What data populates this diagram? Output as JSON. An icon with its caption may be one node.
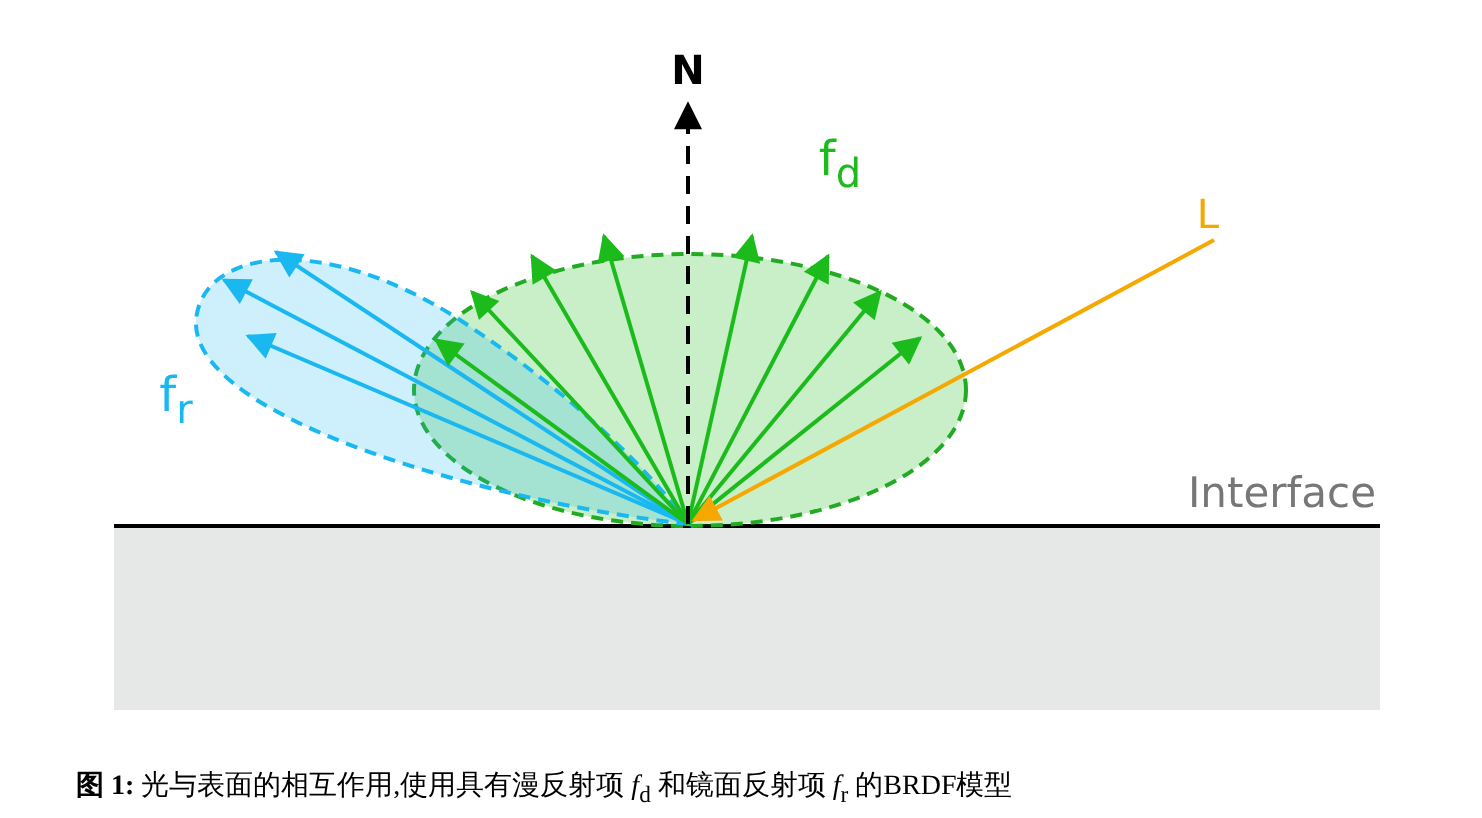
{
  "diagram": {
    "caption": "**图 1:** 光与表面的相互作用,使用具有漫反射项 *f*$_{d}$ 和镜面反射项 *f*$_{r}$ 的BRDF模型",
    "labels": [
      "N",
      "f$_{d}$",
      "L",
      "f$_{r}$",
      "Interface"
    ]
  }
}
